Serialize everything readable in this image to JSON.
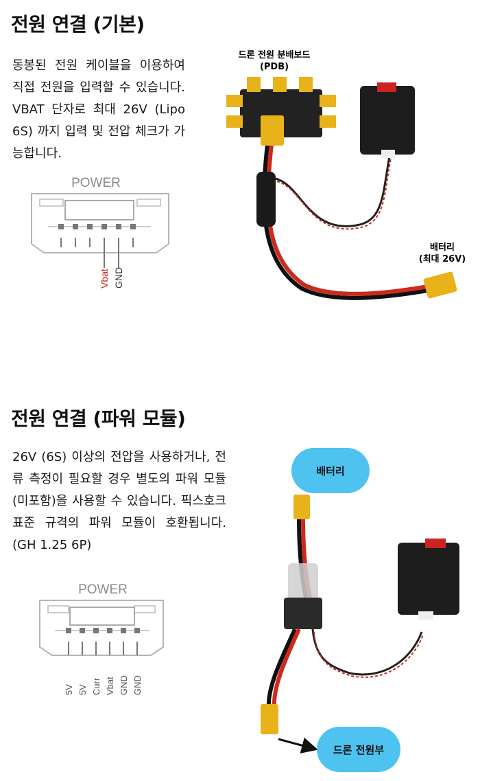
{
  "section1": {
    "title": "전원 연결 (기본)",
    "paragraph": "동봉된 전원 케이블을 이용하여 직접 전원을 입력할 수 있습니다. VBAT 단자로 최대 26V (Lipo 6S) 까지 입력 및 전압 체크가 가능합니다.",
    "connector": {
      "title": "POWER",
      "pins": [
        "Vbat",
        "GND"
      ],
      "highlight_color": "#d11a1a"
    },
    "pdb_label_line1": "드론 전원 분배보드",
    "pdb_label_line2": "(PDB)",
    "battery_label_line1": "배터리",
    "battery_label_line2": "(최대 26V)"
  },
  "section2": {
    "title": "전원 연결 (파워 모듈)",
    "paragraph": "26V (6S) 이상의 전압을 사용하거나, 전류 측정이 필요할 경우 별도의 파워 모듈(미포함)을 사용할 수 있습니다. 픽스호크 표준 규격의 파워 모듈이 호환됩니다. (GH 1.25 6P)",
    "connector": {
      "title": "POWER",
      "pins": [
        "5V",
        "5V",
        "Curr",
        "Vbat",
        "GND",
        "GND"
      ]
    },
    "battery_bubble": "배터리",
    "drone_power_bubble": "드론 전원부",
    "bubble_color": "#4fc3ef"
  }
}
